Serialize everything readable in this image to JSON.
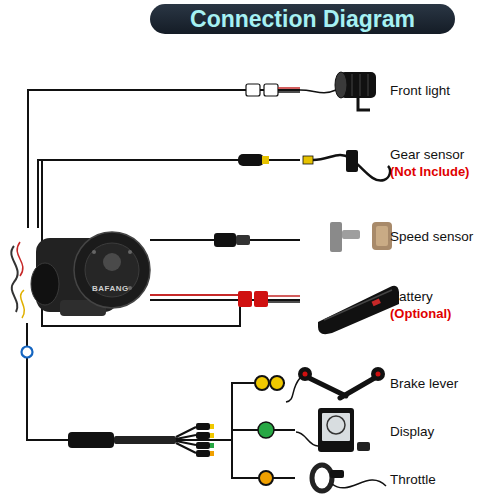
{
  "diagram": {
    "title": "Connection Diagram",
    "nodes": [
      {
        "text": [
          "BAFANG"
        ]
      },
      {
        "text": [
          "Front light"
        ]
      },
      {
        "text": [
          "Gear sensor",
          "(Not Include)"
        ]
      },
      {
        "text": [
          "Speed sensor"
        ]
      },
      {
        "text": [
          "Battery",
          "(Optional)"
        ]
      },
      {
        "text": [
          "Brake lever"
        ]
      },
      {
        "text": [
          "Display"
        ]
      },
      {
        "text": [
          "Throttle"
        ]
      }
    ],
    "edges": [
      {
        "from": 0,
        "to": 1,
        "arrow": "none"
      },
      {
        "from": 0,
        "to": 2,
        "arrow": "none"
      },
      {
        "from": 0,
        "to": 3,
        "arrow": "none"
      },
      {
        "from": 0,
        "to": 4,
        "arrow": "none"
      },
      {
        "from": 0,
        "to": 5,
        "arrow": "none"
      },
      {
        "from": 0,
        "to": 6,
        "arrow": "none"
      },
      {
        "from": 0,
        "to": 7,
        "arrow": "none"
      }
    ]
  }
}
